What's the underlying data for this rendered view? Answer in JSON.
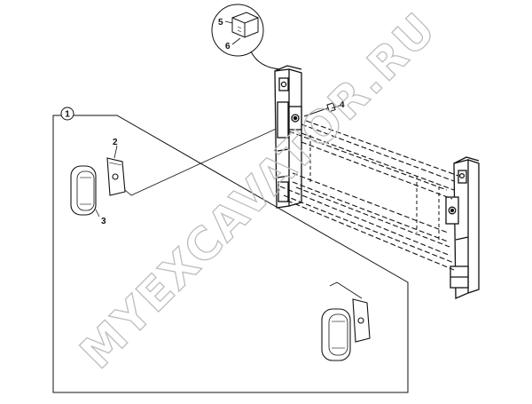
{
  "diagram": {
    "callouts": {
      "c1": "1",
      "c2": "2",
      "c3": "3",
      "c4": "4",
      "c5": "5",
      "c6": "6"
    },
    "watermark": "MYEXCAVATOR.RU",
    "colors": {
      "line": "#111111",
      "background": "#ffffff",
      "watermark": "#bdbdbd"
    }
  }
}
